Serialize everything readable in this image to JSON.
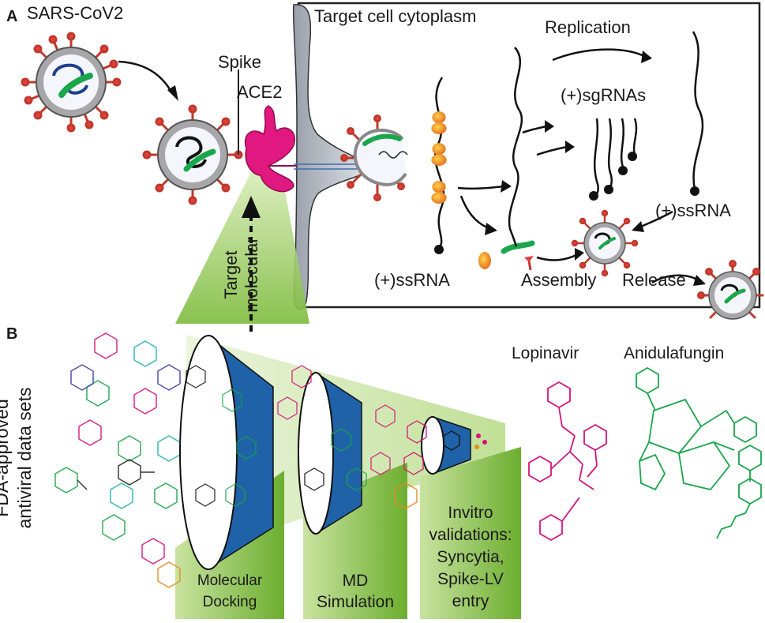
{
  "panels": {
    "a": "A",
    "b": "B"
  },
  "virus_label": "SARS-CoV2",
  "spike_label": "Spike",
  "ace2_label": "ACE2",
  "cell_label": "Target cell cytoplasm",
  "replication_label": "Replication",
  "sgrna_label": "(+)sgRNAs",
  "ssrna_right_label": "(+)ssRNA",
  "ssrna_bottom_label": "(+)ssRNA",
  "assembly_label": "Assembly",
  "release_label": "Release",
  "target_line1": "Target",
  "target_line2": "molecular",
  "fda_line1": "FDA-approved",
  "fda_line2": "antiviral data sets",
  "drug1": "Lopinavir",
  "drug2": "Anidulafungin",
  "stages": {
    "docking_line1": "Molecular",
    "docking_line2": "Docking",
    "md_line1": "MD",
    "md_line2": "Simulation",
    "invitro_line1": "Invitro",
    "invitro_line2": "validations:",
    "invitro_line3": "Syncytia,",
    "invitro_line4": "Spike-LV",
    "invitro_line5": "entry"
  },
  "colors": {
    "spike": "#c0392b",
    "ace2": "#e0187f",
    "funnel_blue": "#1f62a8",
    "green": "#8cc63f",
    "rna_green": "#1aa64b",
    "magenta": "#d4147c"
  }
}
